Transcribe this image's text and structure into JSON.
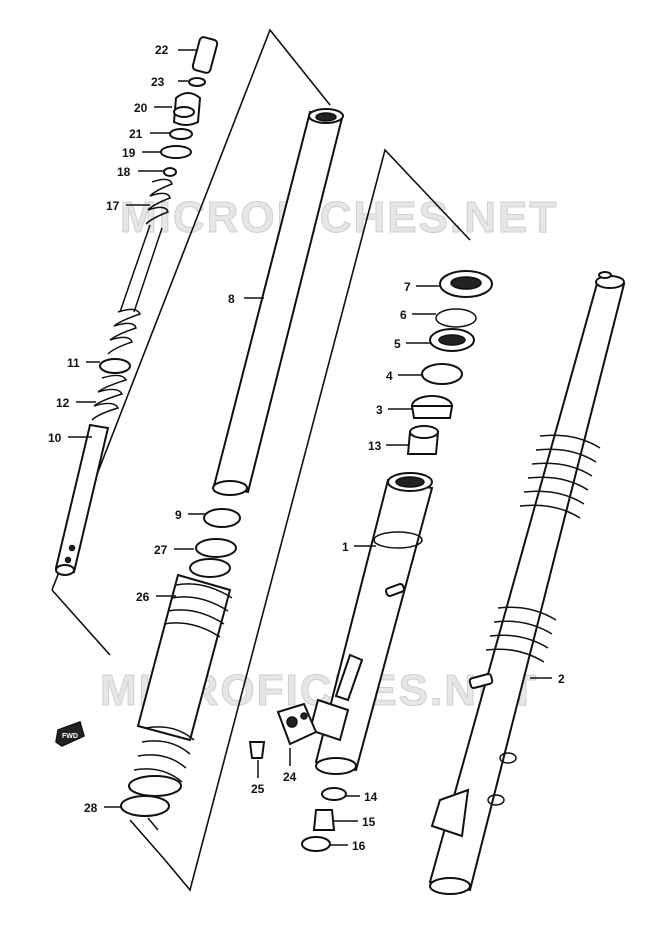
{
  "watermark": "MICROFICHES.NET",
  "front_marker": "FWD",
  "callouts": {
    "p1": "1",
    "p2": "2",
    "p3": "3",
    "p4": "4",
    "p5": "5",
    "p6": "6",
    "p7": "7",
    "p8": "8",
    "p9": "9",
    "p10": "10",
    "p11": "11",
    "p12": "12",
    "p13": "13",
    "p14": "14",
    "p15": "15",
    "p16": "16",
    "p17": "17",
    "p18": "18",
    "p19": "19",
    "p20": "20",
    "p21": "21",
    "p22": "22",
    "p23": "23",
    "p24": "24",
    "p25": "25",
    "p26": "26",
    "p27": "27",
    "p28": "28"
  },
  "colors": {
    "ink": "#111111",
    "paper": "#ffffff",
    "watermark": "#e6e6e6"
  }
}
